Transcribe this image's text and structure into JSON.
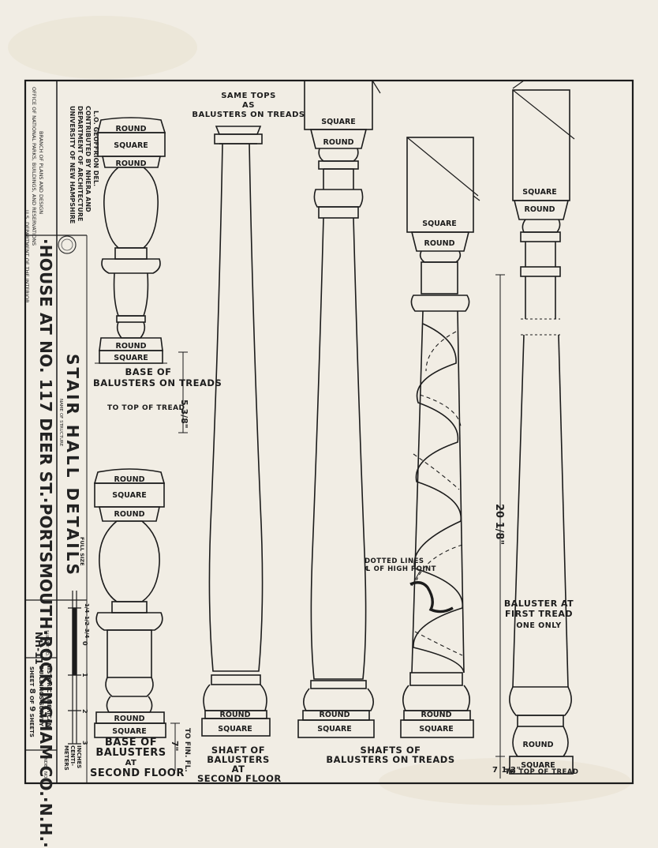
{
  "title_block": {
    "agency_line1": "U.S. DEPARTMENT OF THE INTERIOR",
    "agency_line2": "OFFICE OF NATIONAL PARKS, BUILDINGS, AND RESERVATIONS",
    "agency_line3": "BRANCH OF PLANS AND DESIGN",
    "delineator": "L.O. GEOFFRION DEL.",
    "contributor_line1": "CONTRIBUTED BY NHERA AND",
    "contributor_line2": "DEPARTMENT OF ARCHITECTURE",
    "contributor_line3": "UNIVERSITY OF NEW HAMPSHIRE",
    "structure": "·HOUSE AT NO. 117 DEER ST.·PORTSMOUTH·ROCKINGHAM CO.·N.H.·",
    "structure_caption": "NAME OF STRUCTURE",
    "survey_no_label": "SURVEY NO.",
    "survey_no": "NH-11",
    "habs_line1": "HISTORIC AMERICAN",
    "habs_line2": "BUILDINGS SURVEY",
    "sheet_label": "SHEET",
    "sheet_num": "8",
    "sheet_of": "OF",
    "sheet_total": "9",
    "sheets_label": "SHEETS",
    "index_label": "INDEX NO."
  },
  "drawing_title": "STAIR HALL DETAILS",
  "drawing_scale": "FULL SIZE",
  "scale_bar": {
    "fractions": [
      "1/4",
      "1/2",
      "3/4"
    ],
    "inch_marks": [
      "0",
      "1",
      "2",
      "3"
    ],
    "units_1": "INCHES",
    "units_2": "CENTI-",
    "units_3": "METERS"
  },
  "labels": {
    "round": "ROUND",
    "square": "SQUARE",
    "same_tops_1": "SAME TOPS",
    "same_tops_2": "AS",
    "same_tops_3": "BALUSTERS ON TREADS",
    "base_treads_1": "BASE OF",
    "base_treads_2": "BALUSTERS ON TREADS",
    "to_top_tread": "TO TOP OF TREAD",
    "dim_tread": "5 3/8\"",
    "base_second_1": "BASE OF",
    "base_second_2": "BALUSTERS",
    "base_second_3": "AT",
    "base_second_4": "SECOND FLOOR",
    "dim_fin_fl": "7\"",
    "to_fin_fl": "TO FIN. FL.",
    "shaft_second_1": "SHAFT OF",
    "shaft_second_2": "BALUSTERS",
    "shaft_second_3": "AT",
    "shaft_second_4": "SECOND FLOOR",
    "shafts_treads_1": "SHAFTS OF",
    "shafts_treads_2": "BALUSTERS ON TREADS",
    "dotted_1": "DOTTED LINES",
    "dotted_2": "℄ OF HIGH POINT",
    "first_tread_1": "BALUSTER AT",
    "first_tread_2": "FIRST TREAD",
    "first_tread_3": "ONE ONLY",
    "dim_total": "20 1/8\"",
    "dim_bottom": "7 1/2\"",
    "to_top_tread_2": "TO TOP OF TREAD"
  }
}
